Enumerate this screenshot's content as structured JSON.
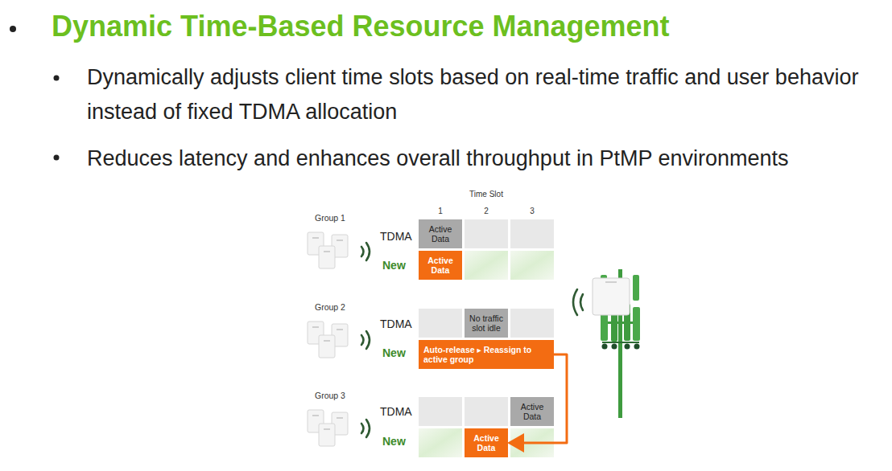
{
  "diagram": {
    "title": "Dynamic Time-Based Resource Management",
    "nodes": [
      {
        "text": [
          "Active Data"
        ]
      },
      {
        "text": [
          "Active Data"
        ]
      },
      {
        "text": [
          "No traffic slot idle"
        ]
      },
      {
        "text": [
          "Auto-release ▸ Reassign to active group"
        ]
      },
      {
        "text": [
          "Active Data"
        ]
      },
      {
        "text": [
          "Active Data"
        ]
      }
    ],
    "edges": [
      {
        "from": 3,
        "to": 5,
        "arrow": "to"
      }
    ],
    "labels": [
      "Dynamically adjusts client time slots based on real-time traffic and user behavior instead of fixed TDMA allocation",
      "Reduces latency and enhances overall throughput in PtMP environments",
      "Time Slot",
      "1",
      "2",
      "3",
      "Group 1",
      "TDMA",
      "New",
      "Group 2",
      "TDMA",
      "New",
      "Group 3",
      "TDMA",
      "New"
    ]
  }
}
